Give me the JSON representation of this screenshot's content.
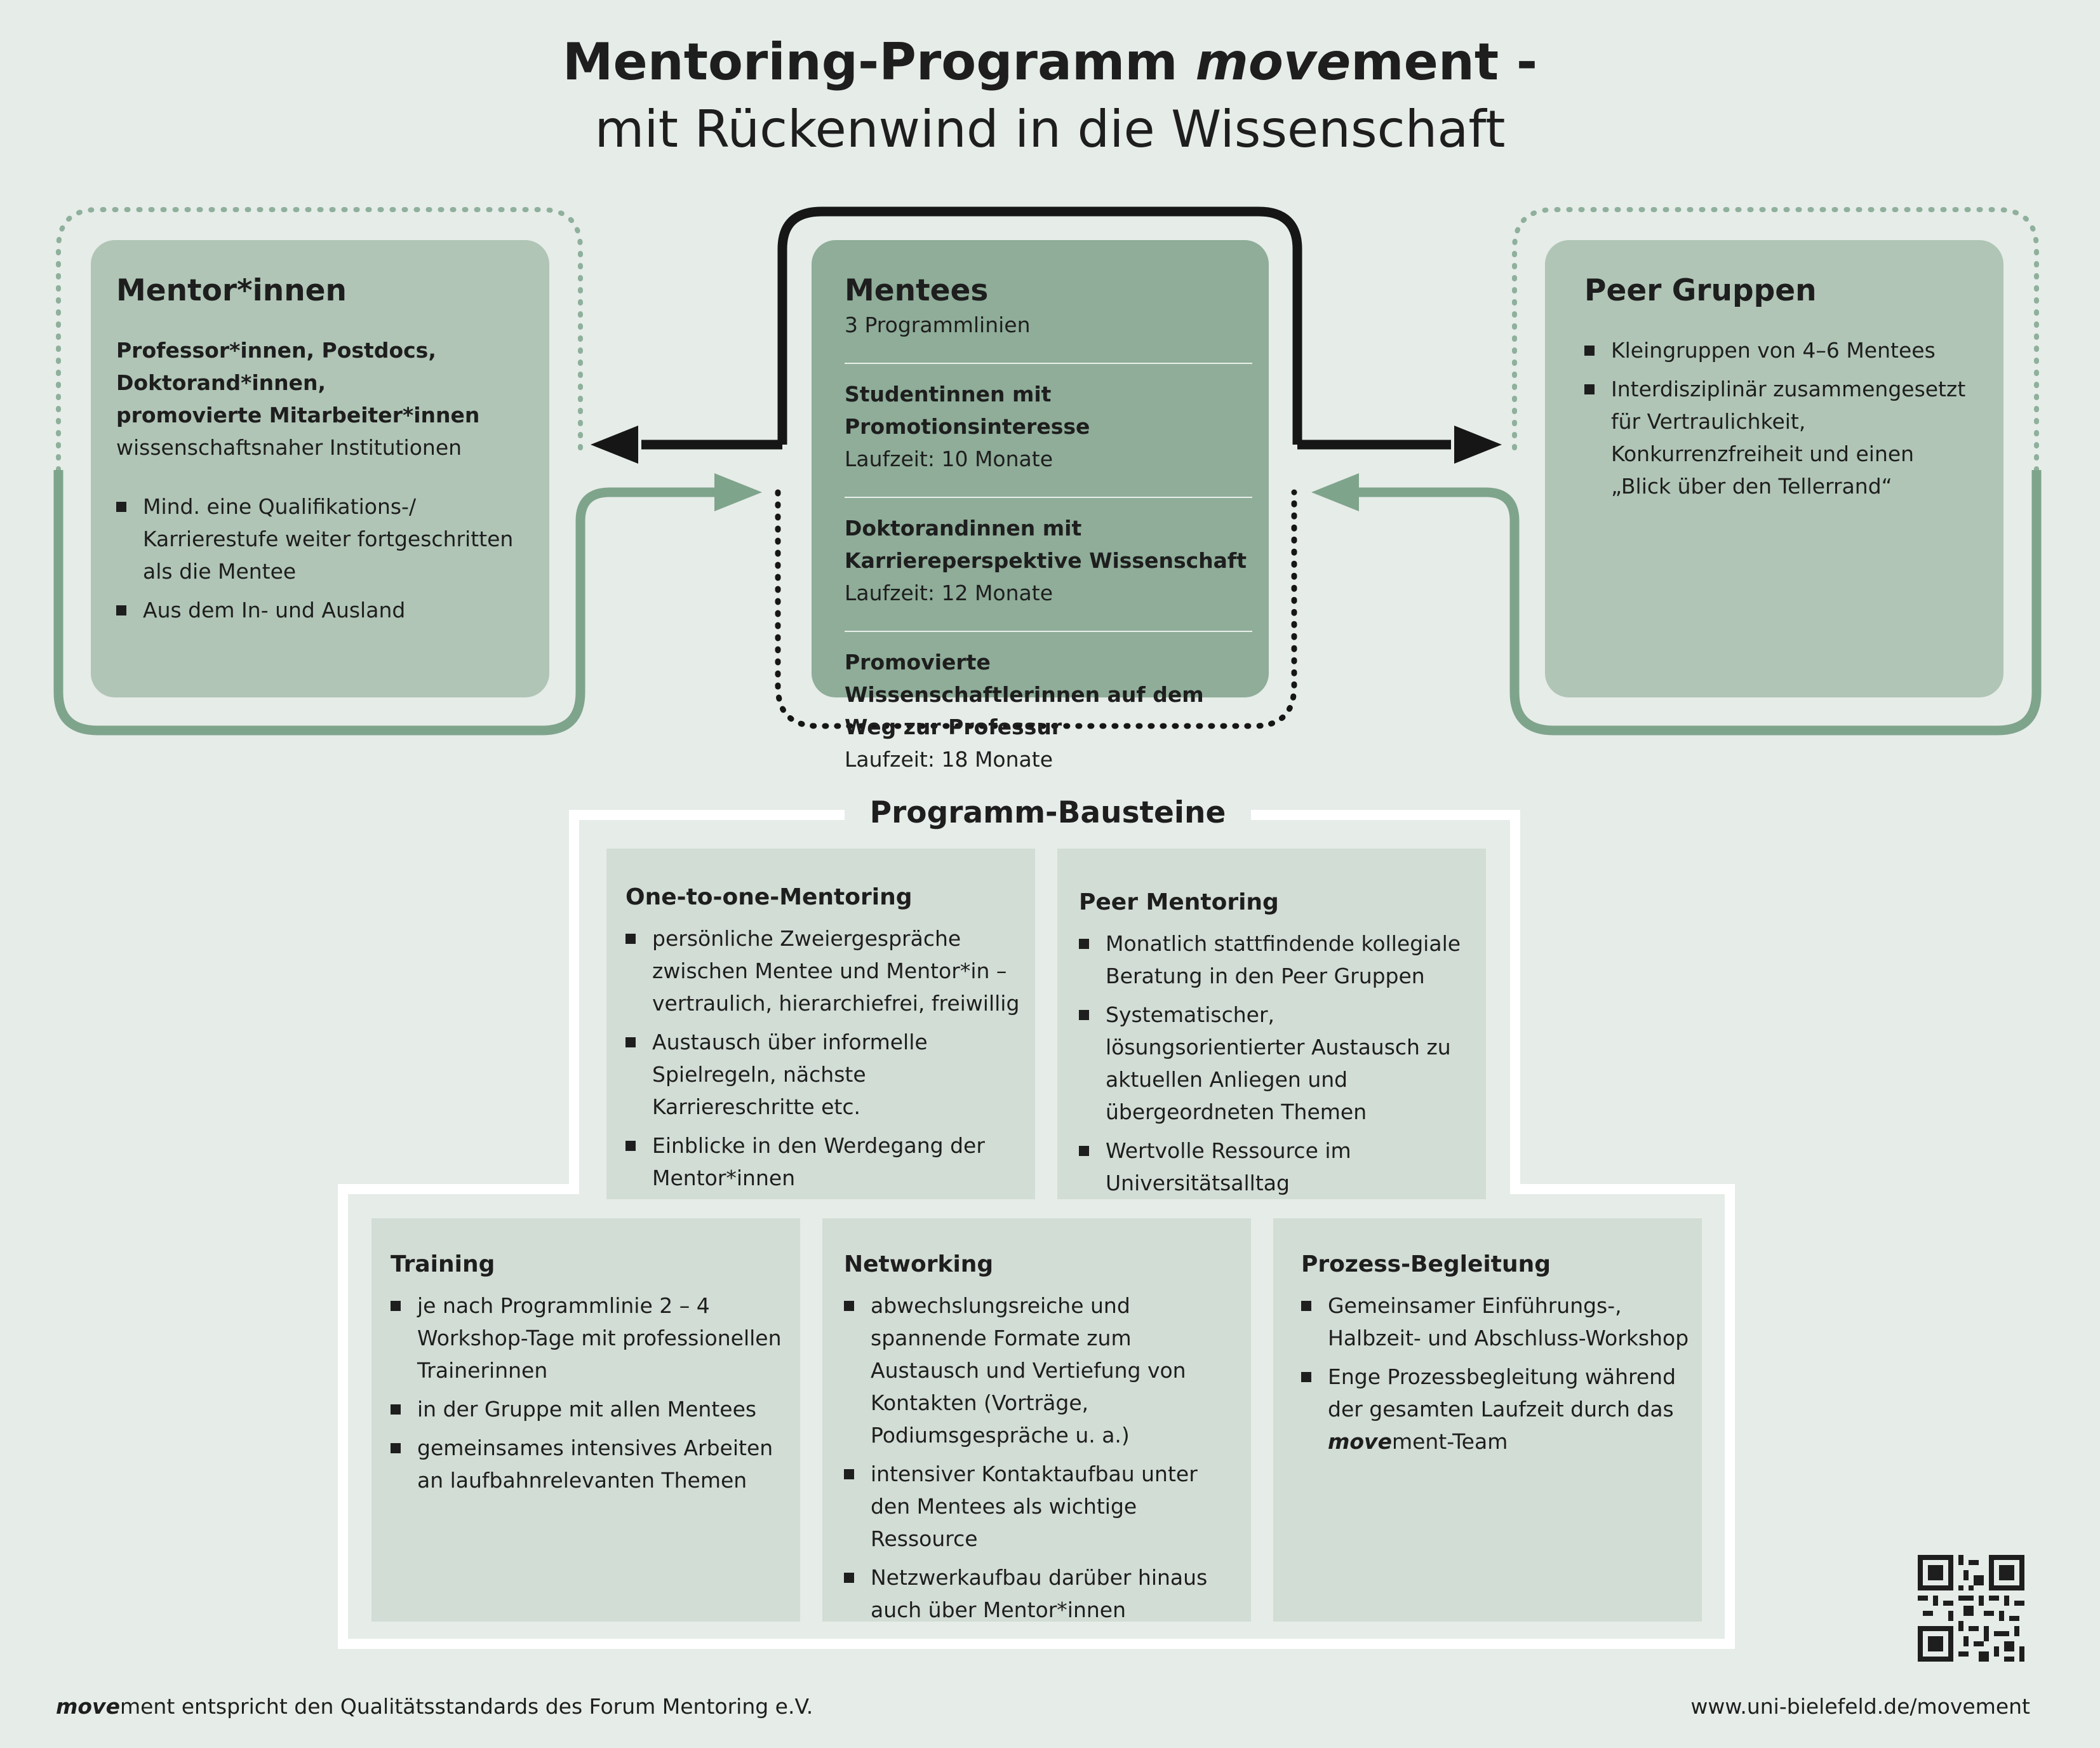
{
  "title": {
    "line1_prefix": "Mentoring-Programm ",
    "line1_brand_em": "move",
    "line1_brand_rest": "ment -",
    "line2": "mit Rückenwind in die Wissenschaft"
  },
  "mentor": {
    "heading": "Mentor*innen",
    "roles": [
      "Professor*innen,  Postdocs,",
      "Doktorand*innen,",
      "promovierte Mitarbeiter*innen"
    ],
    "roles_suffix": "wissenschaftsnaher Institutionen",
    "bullets": [
      "Mind. eine Qualifikations-/ Karrierestufe weiter fortgeschritten als die Mentee",
      "Aus dem In- und Ausland"
    ]
  },
  "mentees": {
    "heading": "Mentees",
    "subheading": "3 Programmlinien",
    "lines": [
      {
        "title": "Studentinnen mit Promotionsinteresse",
        "duration": "Laufzeit: 10 Monate"
      },
      {
        "title": "Doktorandinnen mit Karriereperspektive Wissenschaft",
        "duration": "Laufzeit: 12 Monate"
      },
      {
        "title": "Promovierte Wissenschaftlerinnen auf dem Weg zur Professur",
        "duration": "Laufzeit: 18 Monate"
      }
    ]
  },
  "peer": {
    "heading": "Peer Gruppen",
    "bullets": [
      "Kleingruppen von 4–6 Mentees",
      "Interdisziplinär zusammengesetzt für Vertraulichkeit, Konkurrenzfreiheit und einen „Blick über den Tellerrand“"
    ]
  },
  "building_blocks": {
    "title": "Programm-Bausteine",
    "one_to_one": {
      "heading": "One-to-one-Mentoring",
      "bullets": [
        "persönliche Zweiergespräche zwischen Mentee und Mentor*in – vertraulich, hierarchiefrei, freiwillig",
        "Austausch über informelle Spielregeln, nächste Karriereschritte etc.",
        "Einblicke in den Werdegang der Mentor*innen"
      ]
    },
    "peer_mentoring": {
      "heading": "Peer Mentoring",
      "bullets": [
        "Monatlich stattfindende kollegiale Beratung in den Peer Gruppen",
        "Systematischer, lösungsorientierter Austausch zu aktuellen Anliegen und übergeordneten Themen",
        "Wertvolle Ressource im Universitätsalltag"
      ]
    },
    "training": {
      "heading": "Training",
      "bullets": [
        "je nach Programmlinie 2 – 4 Workshop-Tage mit professionellen Trainerinnen",
        "in der Gruppe mit allen Mentees",
        "gemeinsames intensives Arbeiten an laufbahnrelevanten Themen"
      ]
    },
    "networking": {
      "heading": "Networking",
      "bullets": [
        "abwechslungsreiche und spannende Formate zum Austausch und Vertiefung von Kontakten (Vorträge, Podiumsgespräche u. a.)",
        "intensiver Kontaktaufbau unter den Mentees  als wichtige Ressource",
        "Netzwerkaufbau darüber hinaus auch über Mentor*innen"
      ]
    },
    "process": {
      "heading": "Prozess-Begleitung",
      "bullets": [
        "Gemeinsamer Einführungs-, Halbzeit- und Abschluss-Workshop"
      ],
      "last_bullet_prefix": "Enge Prozessbegleitung während der gesamten Laufzeit durch das ",
      "last_bullet_em": "move",
      "last_bullet_suffix": "ment-Team"
    }
  },
  "footer": {
    "left_em": "move",
    "left_rest": "ment entspricht den Qualitätsstandards des Forum Mentoring e.V.",
    "right": "www.uni-bielefeld.de/movement"
  },
  "colors": {
    "background": "#e6ece8",
    "box_light": "#b0c5b6",
    "box_dark": "#8fad99",
    "panel": "#d2ddd5",
    "accent_line": "#7fa48c",
    "dots": "#8fb09c"
  },
  "icons": [
    "qr-code-icon",
    "arrow-left-icon",
    "arrow-right-icon",
    "square-bullet-icon"
  ]
}
